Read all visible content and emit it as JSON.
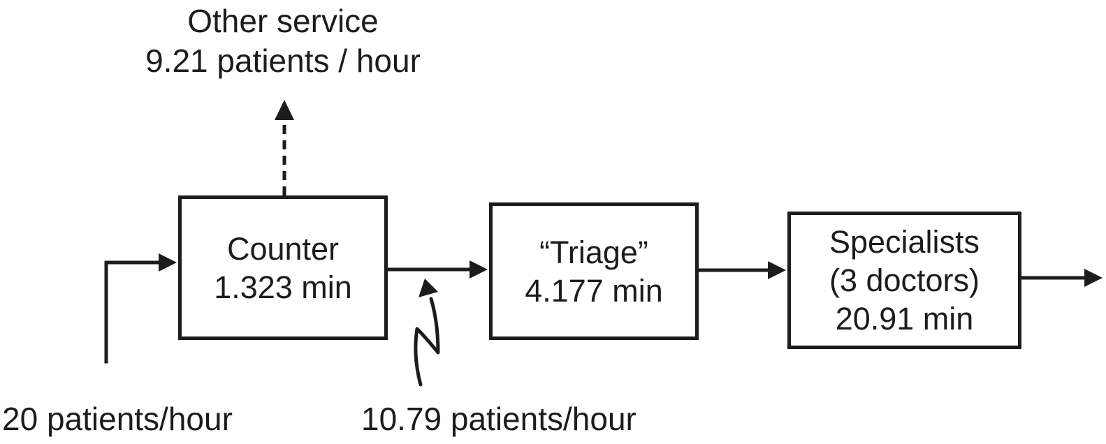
{
  "colors": {
    "ink": "#1c1c1c",
    "background": "#ffffff"
  },
  "nodes": [
    {
      "id": "counter",
      "lines": [
        "Counter",
        "1.323 min"
      ]
    },
    {
      "id": "triage",
      "lines": [
        "“Triage”",
        "4.177 min"
      ]
    },
    {
      "id": "specialists",
      "lines": [
        "Specialists",
        "(3 doctors)",
        "20.91 min"
      ]
    }
  ],
  "labels": {
    "other_service": [
      "Other service",
      "9.21 patients / hour"
    ],
    "input_rate": "20 patients/hour",
    "intermediate_rate": "10.79 patients/hour"
  },
  "edges": [
    {
      "from": "input",
      "to": "counter",
      "style": "solid",
      "label": "20 patients/hour"
    },
    {
      "from": "counter",
      "to": "other-service",
      "style": "dashed",
      "label": "9.21 patients / hour"
    },
    {
      "from": "counter",
      "to": "triage",
      "style": "solid",
      "label": "10.79 patients/hour"
    },
    {
      "from": "triage",
      "to": "specialists",
      "style": "solid",
      "label": ""
    },
    {
      "from": "specialists",
      "to": "exit",
      "style": "solid",
      "label": ""
    }
  ]
}
